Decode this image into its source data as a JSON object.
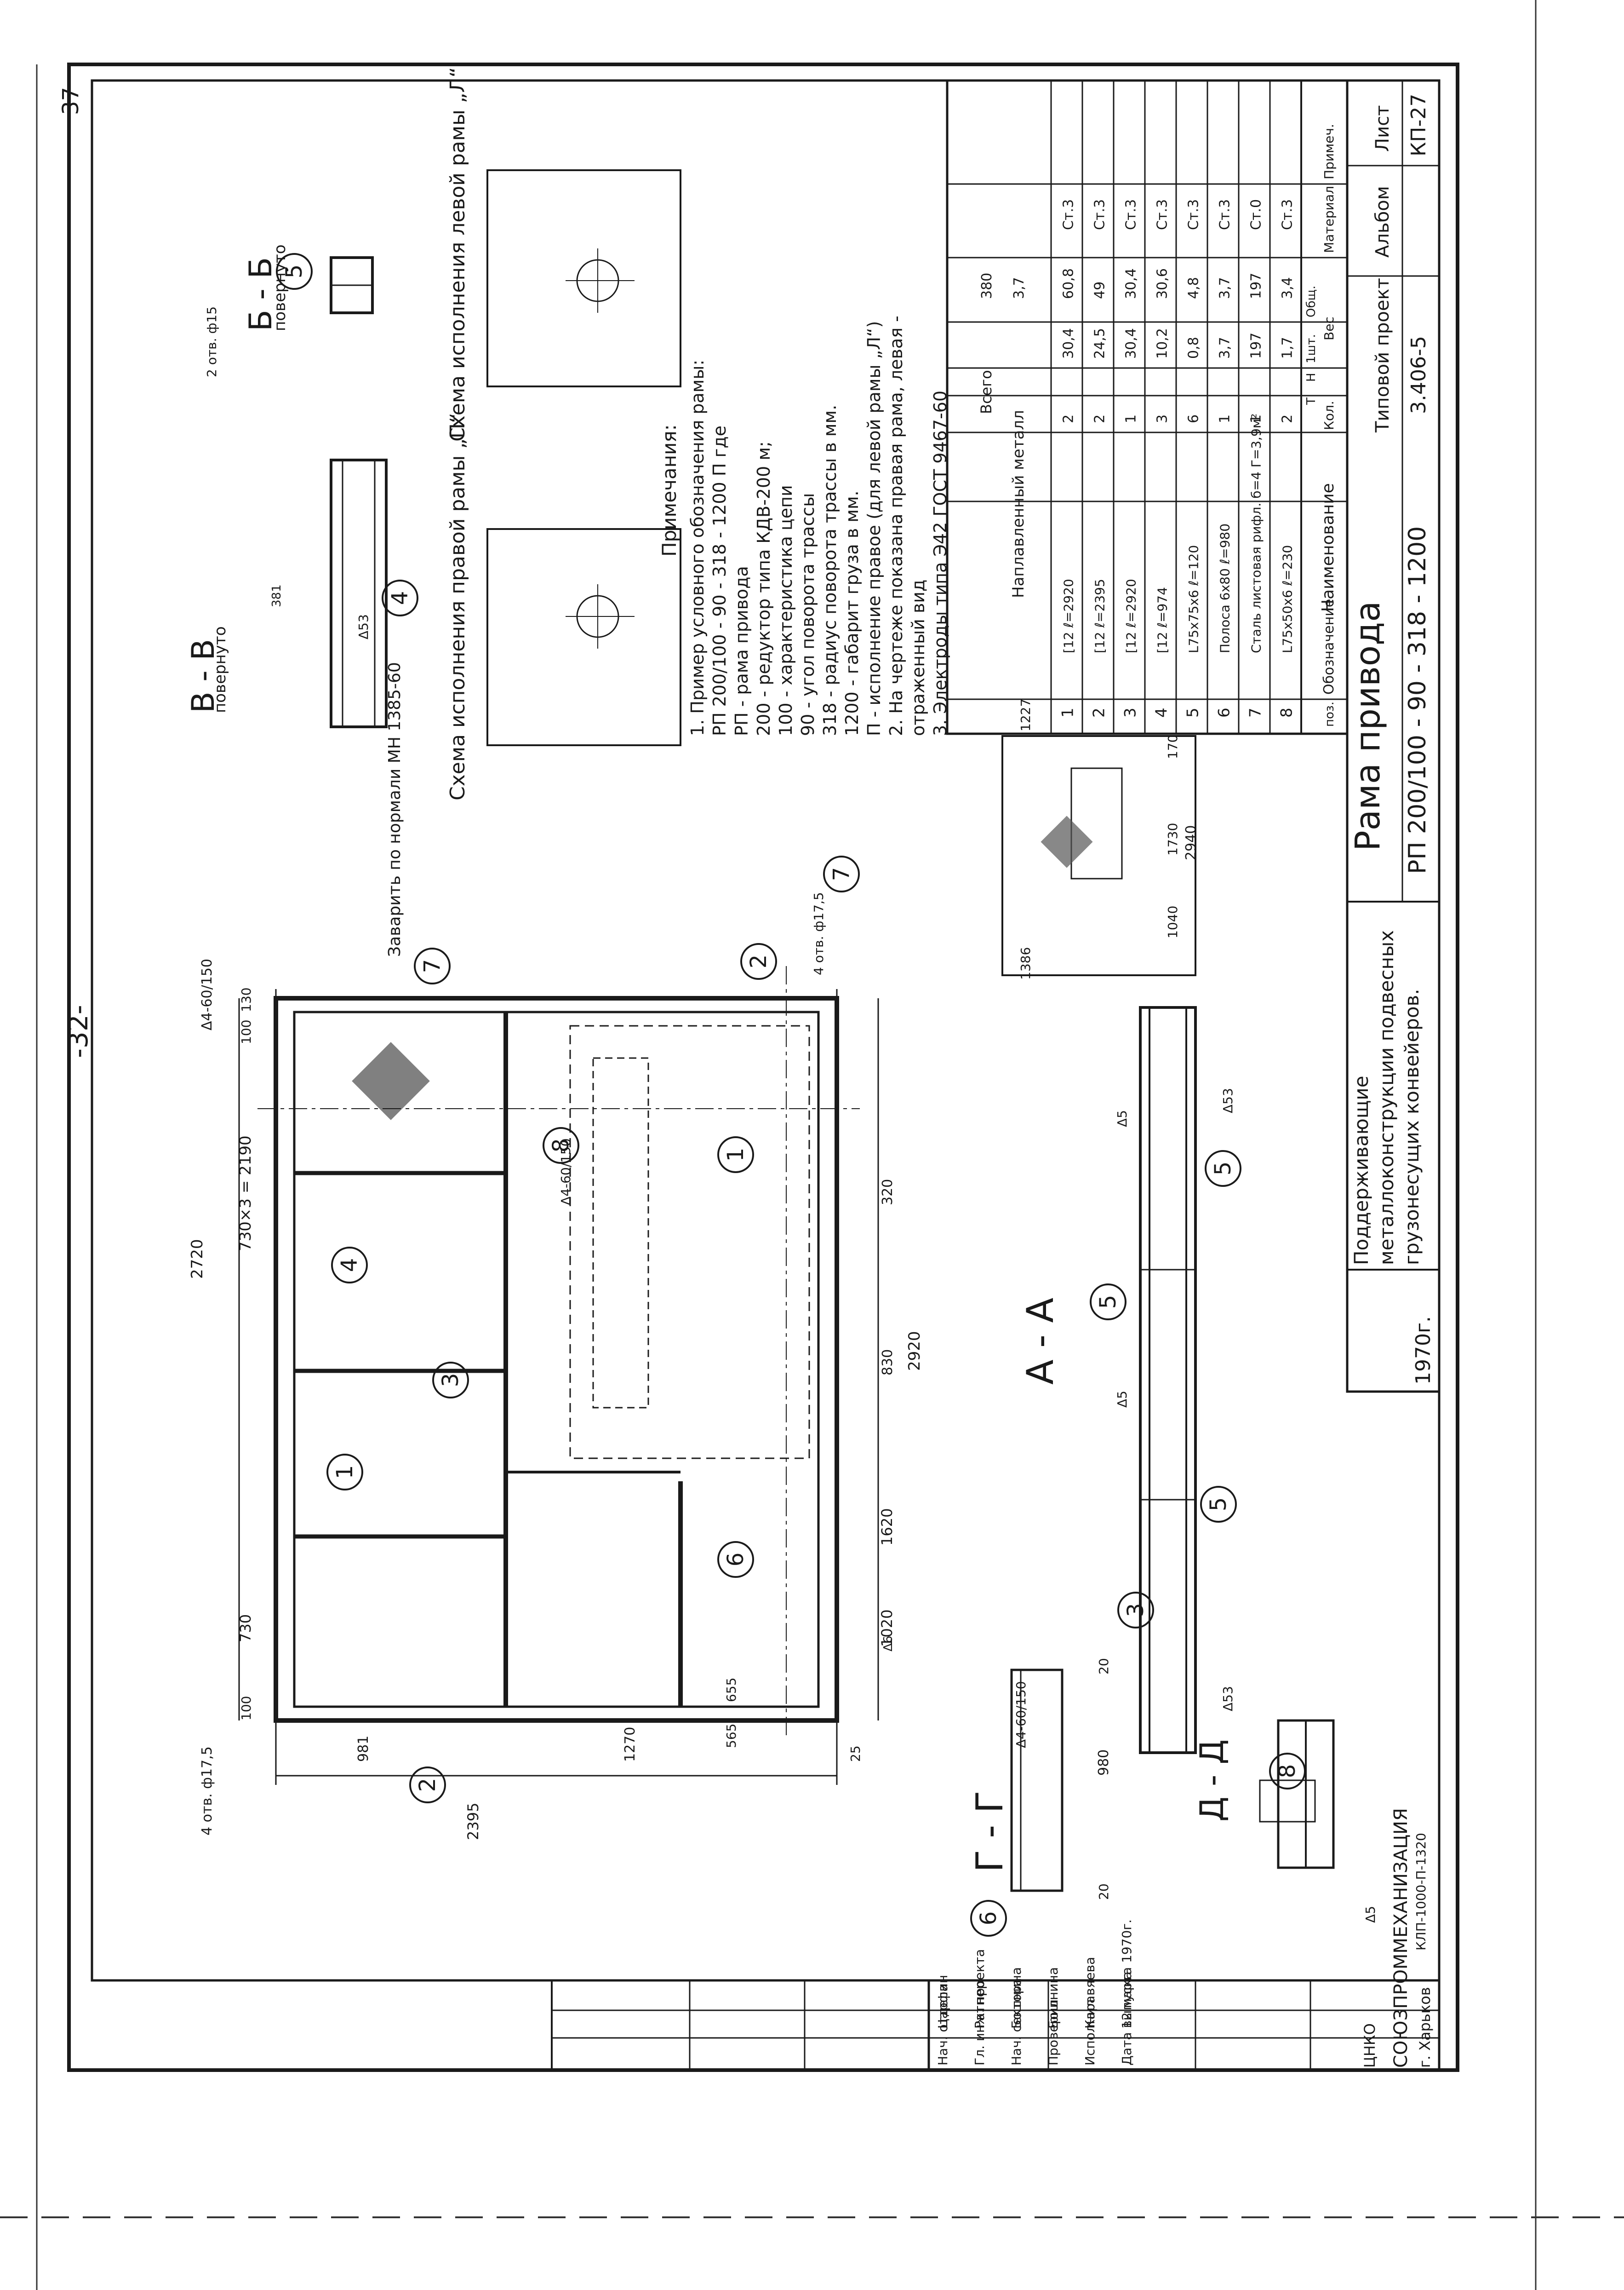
{
  "page_number": "-32-",
  "sheet_corner": "37",
  "views": {
    "a_a": "А - А",
    "b_b": "Б - Б",
    "b_b_note": "повернуто",
    "v_v": "В - В",
    "v_v_note": "повернуто",
    "g_g": "Г - Г",
    "d_d": "Д - Д"
  },
  "schemes": {
    "right": "Схема исполнения правой рамы „П“",
    "left": "Схема исполнения левой рамы „Л“"
  },
  "weld_note": "Заварить по нормали МН 1385-60",
  "notes": {
    "title": "Примечания:",
    "lines": [
      "1. Пример условного обозначения рамы:",
      "РП 200/100 - 90 - 318 - 1200 П   где",
      "РП - рама привода",
      "200 - редуктор типа КДВ-200 м;",
      "100 - характеристика цепи",
      "90 - угол поворота трассы",
      "318 - радиус поворота трассы в мм.",
      "1200 - габарит груза в мм.",
      "П - исполнение правое (для левой рамы „Л“)",
      "2. На чертеже показана правая рама, левая -",
      "отраженный вид",
      "3. Электроды типа Э42 ГОСТ 9467-60"
    ]
  },
  "dimensions": {
    "d2720": "2720",
    "d730x3": "730×3 = 2190",
    "d730": "730",
    "d100a": "100",
    "d100b": "100",
    "d130": "130",
    "d2920": "2920",
    "d1620": "1620",
    "d1020": "1020",
    "d830": "830",
    "d320": "320",
    "d2395": "2395",
    "d981": "981",
    "d1270": "1270",
    "d25": "25",
    "d565": "565",
    "d655": "655",
    "d2940": "2940",
    "d1040": "1040",
    "d1730": "1730",
    "d170": "170",
    "d1227": "1227",
    "d1386": "1386",
    "d980": "980",
    "d20a": "20",
    "d20b": "20",
    "d381": "381",
    "holes1": "4 отв. ф17,5",
    "holes2": "2 отв. ф15",
    "tol1": "Δ4-60/150",
    "tol2": "Δ4-60/150",
    "tol3": "Δ4-60/150",
    "w5a": "Δ5",
    "w5b": "Δ5",
    "w5c": "Δ5",
    "w6": "Δ6",
    "w53a": "Δ53",
    "w53b": "Δ53",
    "w53c": "Δ53",
    "mark": "КЛП-1000-П-1320",
    "holes3": "4 отв. ф17,5"
  },
  "parts_table": {
    "headers": [
      "поз.",
      "Обозначение",
      "Наименование",
      "Кол.",
      "Т",
      "Н",
      "1шт.",
      "Общ.",
      "Материал",
      "Примеч."
    ],
    "weight_label": "Вес",
    "rows": [
      {
        "pos": "8",
        "name": "L75x50x6  ℓ=230",
        "qty": "2",
        "one": "1,7",
        "total": "3,4",
        "mat": "Ст.3"
      },
      {
        "pos": "7",
        "name": "Сталь листовая рифл. б=4  Г=3,9м²",
        "qty": "1",
        "one": "197",
        "total": "197",
        "mat": "Ст.0"
      },
      {
        "pos": "6",
        "name": "Полоса 6х80  ℓ=980",
        "qty": "1",
        "one": "3,7",
        "total": "3,7",
        "mat": "Ст.3"
      },
      {
        "pos": "5",
        "name": "L75x75x6  ℓ=120",
        "qty": "6",
        "one": "0,8",
        "total": "4,8",
        "mat": "Ст.3"
      },
      {
        "pos": "4",
        "name": "[12  ℓ=974",
        "qty": "3",
        "one": "10,2",
        "total": "30,6",
        "mat": "Ст.3"
      },
      {
        "pos": "3",
        "name": "[12  ℓ=2920",
        "qty": "1",
        "one": "30,4",
        "total": "30,4",
        "mat": "Ст.3"
      },
      {
        "pos": "2",
        "name": "[12  ℓ=2395",
        "qty": "2",
        "one": "24,5",
        "total": "49",
        "mat": "Ст.3"
      },
      {
        "pos": "1",
        "name": "[12  ℓ=2920",
        "qty": "2",
        "one": "30,4",
        "total": "60,8",
        "mat": "Ст.3"
      }
    ],
    "deposited_metal_label": "Наплавленный металл",
    "deposited_metal_value": "3,7",
    "total_label": "Всего",
    "total_value": "380"
  },
  "title_block": {
    "year": "1970г.",
    "subject_line1": "Поддерживающие",
    "subject_line2": "металлоконструкции подвесных",
    "subject_line3": "грузонесущих конвейеров.",
    "drawing_name": "Рама привода",
    "drawing_code": "РП 200/100 - 90 - 318 - 1200",
    "project_label": "Типовой проект",
    "project_no": "3.406-5",
    "album_label": "Альбом",
    "sheet_label": "Лист",
    "sheet_no": "КП-27"
  },
  "stamp": {
    "org": "СОЮЗПРОММЕХАНИЗАЦИЯ",
    "city": "г. Харьков",
    "dept": "ЦНКО",
    "roles": [
      "Нач. отдела",
      "Гл. инж. проекта",
      "Нач. сектора",
      "Проверил",
      "Исполнил",
      "Дата выпуска"
    ],
    "names": [
      "Царфин",
      "Ратнер",
      "Бошнина",
      "Бошнина",
      "Каравяева",
      "12 марта 1970г."
    ]
  },
  "colors": {
    "ink": "#1a1a1a",
    "paper": "#ffffff",
    "hatch": "#555555"
  }
}
